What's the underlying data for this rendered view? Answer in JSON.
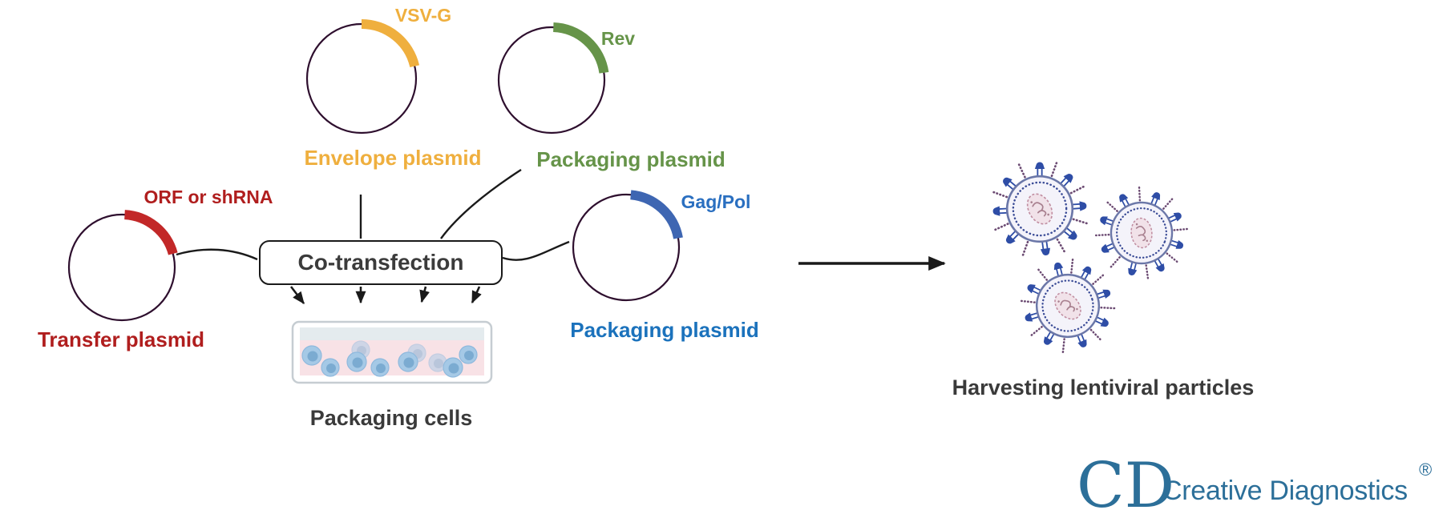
{
  "diagram": {
    "plasmids": [
      {
        "id": "envelope",
        "gene": "VSV-G",
        "type_label": "Envelope plasmid",
        "color": "#EFAF3E"
      },
      {
        "id": "packaging-rev",
        "gene": "Rev",
        "type_label": "Packaging plasmid",
        "color": "#669449"
      },
      {
        "id": "transfer",
        "gene": "ORF or shRNA",
        "type_label": "Transfer plasmid",
        "color": "#C22828"
      },
      {
        "id": "packaging-gagpol",
        "gene": "Gag/Pol",
        "type_label": "Packaging plasmid",
        "color": "#3E66B2"
      }
    ],
    "process_box": "Co-transfection",
    "dish_caption": "Packaging cells",
    "result_caption": "Harvesting lentiviral particles"
  },
  "logo": {
    "monogram": "CD",
    "name": "Creative Diagnostics",
    "registered_mark": "®"
  },
  "icons": {
    "plasmid": "circle-with-gene-arc",
    "culture_dish": "rounded-rect-with-cells",
    "lentivirus": "spiked-virion",
    "arrow": "black-arrow"
  },
  "colors": {
    "yellow": "#EFAF3E",
    "green": "#669449",
    "red_arc": "#C22828",
    "red_text": "#B01E1E",
    "blue_arc": "#3E66B2",
    "blue_text": "#1B72BC",
    "gagpol_text": "#2A6FC0",
    "plasmid_outline": "#2E0F2E",
    "line_black": "#1A1A1A",
    "dark_text": "#3A3A3A",
    "logo_teal": "#2C6F99",
    "virus_blue": "#2E4DA6",
    "virus_bead": "#6B4A72",
    "virus_membrane": "#6B77A8",
    "virus_dot_ring": "#3A4B96",
    "capsid_stroke": "#C08DA0",
    "capsid_fill": "#F1E2E9",
    "capsid_rna": "#A8808F",
    "virion_fill": "#F4F3FA",
    "cell_fill": "#A5C9E6",
    "cell_stroke": "#8FB9DD",
    "cell_nucleus": "#7BABD1",
    "dish_top": "#E4EBEE",
    "dish_media": "#F8E2E6",
    "dish_border": "#C6CDD2"
  }
}
